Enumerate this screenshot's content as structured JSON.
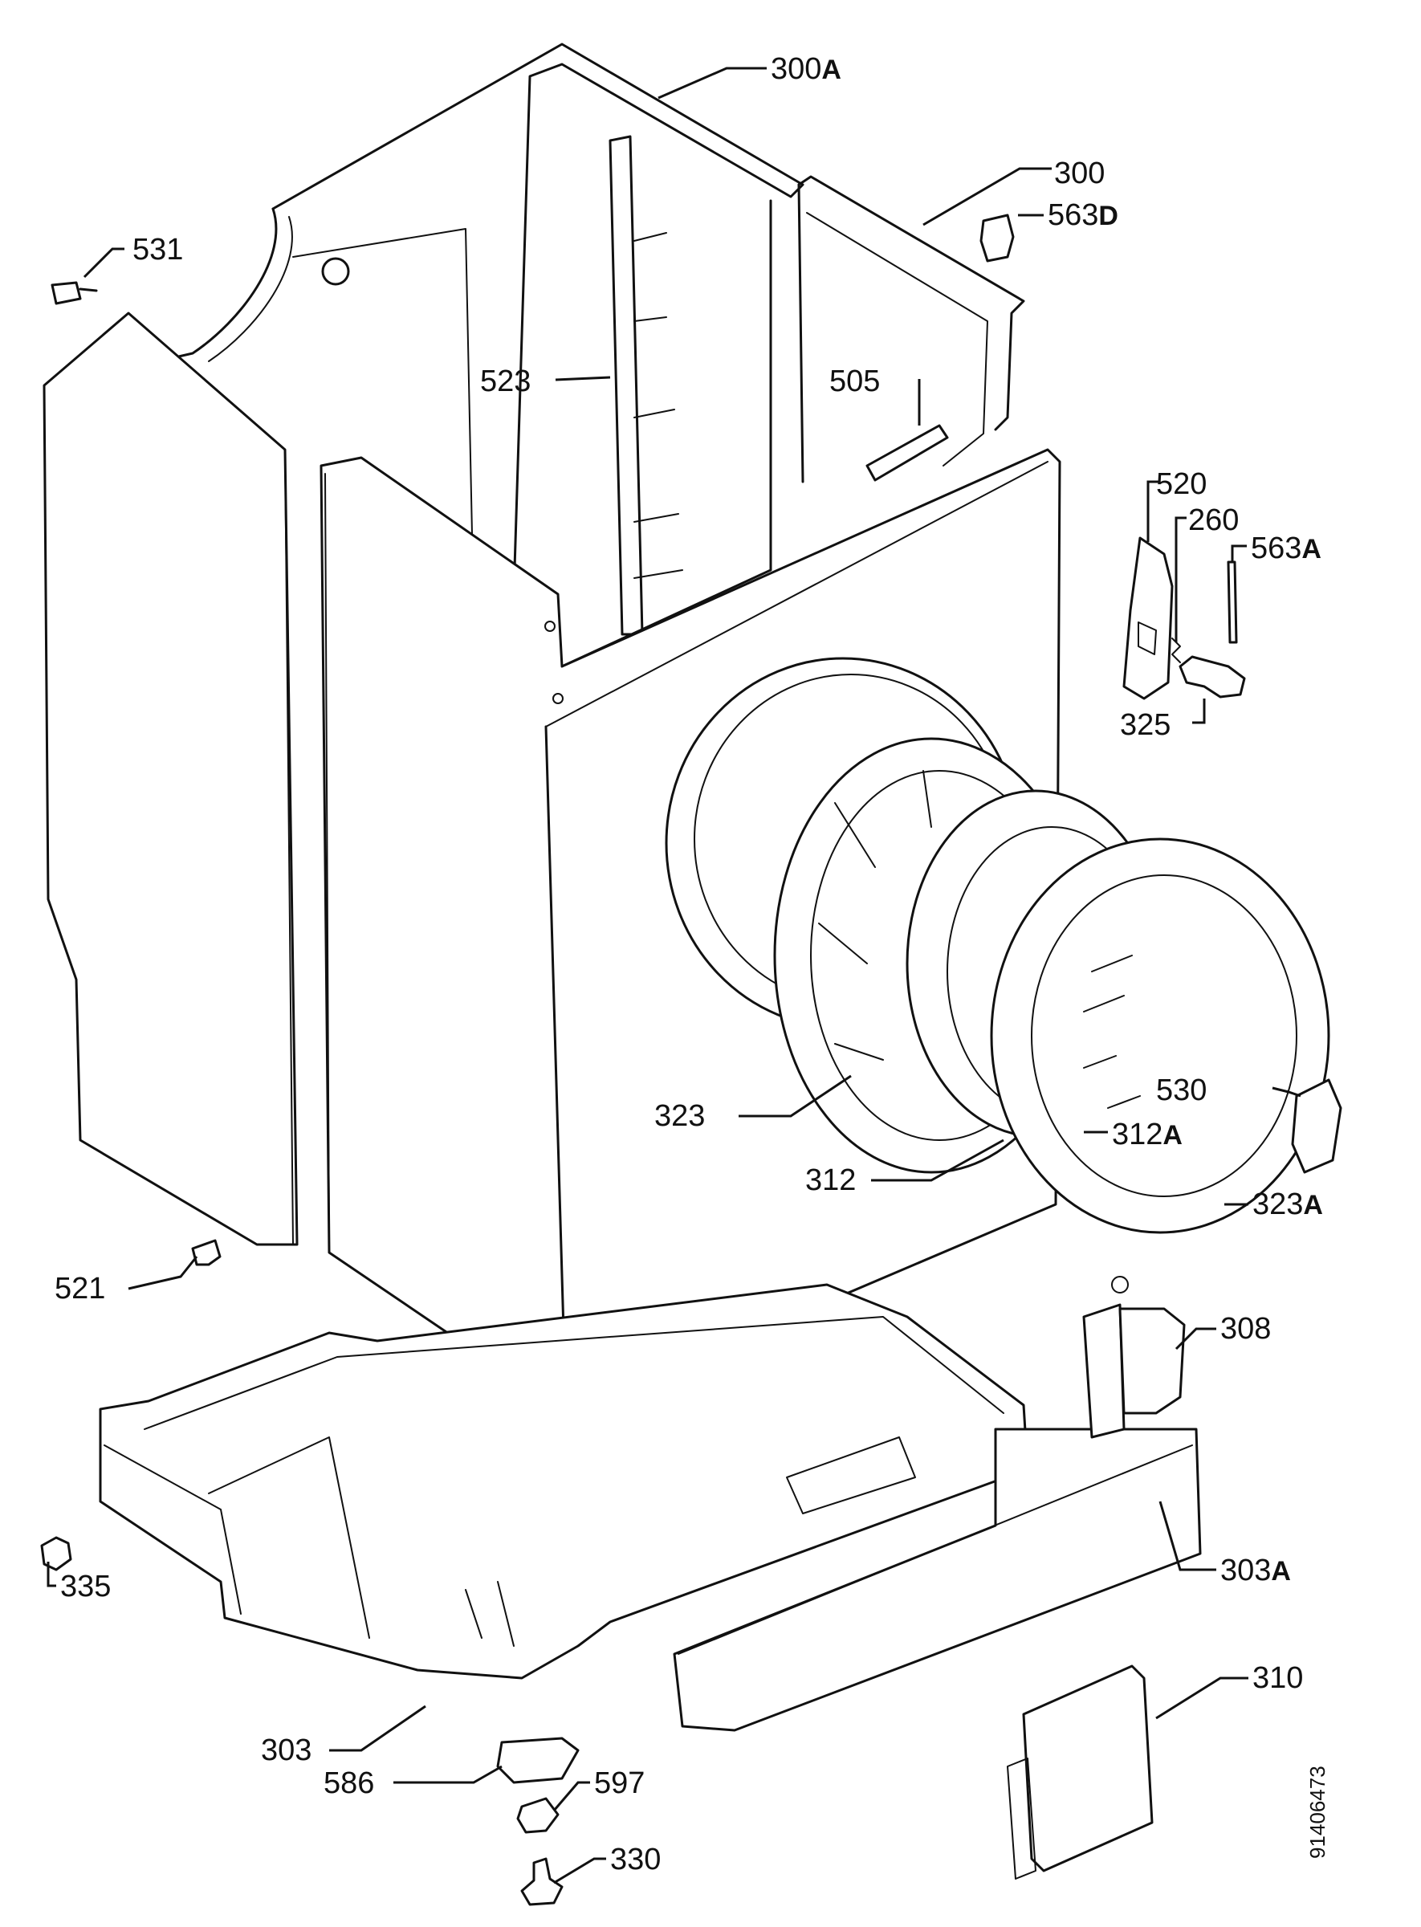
{
  "diagram": {
    "labels": [
      {
        "id": "300A",
        "num": "300",
        "suffix": "A"
      },
      {
        "id": "300",
        "num": "300",
        "suffix": ""
      },
      {
        "id": "563D",
        "num": "563",
        "suffix": "D"
      },
      {
        "id": "531",
        "num": "531",
        "suffix": ""
      },
      {
        "id": "523",
        "num": "523",
        "suffix": ""
      },
      {
        "id": "505",
        "num": "505",
        "suffix": ""
      },
      {
        "id": "520",
        "num": "520",
        "suffix": ""
      },
      {
        "id": "260",
        "num": "260",
        "suffix": ""
      },
      {
        "id": "563A",
        "num": "563",
        "suffix": "A"
      },
      {
        "id": "325",
        "num": "325",
        "suffix": ""
      },
      {
        "id": "530",
        "num": "530",
        "suffix": ""
      },
      {
        "id": "323",
        "num": "323",
        "suffix": ""
      },
      {
        "id": "312A",
        "num": "312",
        "suffix": "A"
      },
      {
        "id": "312",
        "num": "312",
        "suffix": ""
      },
      {
        "id": "323A",
        "num": "323",
        "suffix": "A"
      },
      {
        "id": "521",
        "num": "521",
        "suffix": ""
      },
      {
        "id": "308",
        "num": "308",
        "suffix": ""
      },
      {
        "id": "335",
        "num": "335",
        "suffix": ""
      },
      {
        "id": "303A",
        "num": "303",
        "suffix": "A"
      },
      {
        "id": "310",
        "num": "310",
        "suffix": ""
      },
      {
        "id": "303",
        "num": "303",
        "suffix": ""
      },
      {
        "id": "586",
        "num": "586",
        "suffix": ""
      },
      {
        "id": "597",
        "num": "597",
        "suffix": ""
      },
      {
        "id": "330",
        "num": "330",
        "suffix": ""
      }
    ],
    "document_number": "91406473"
  }
}
